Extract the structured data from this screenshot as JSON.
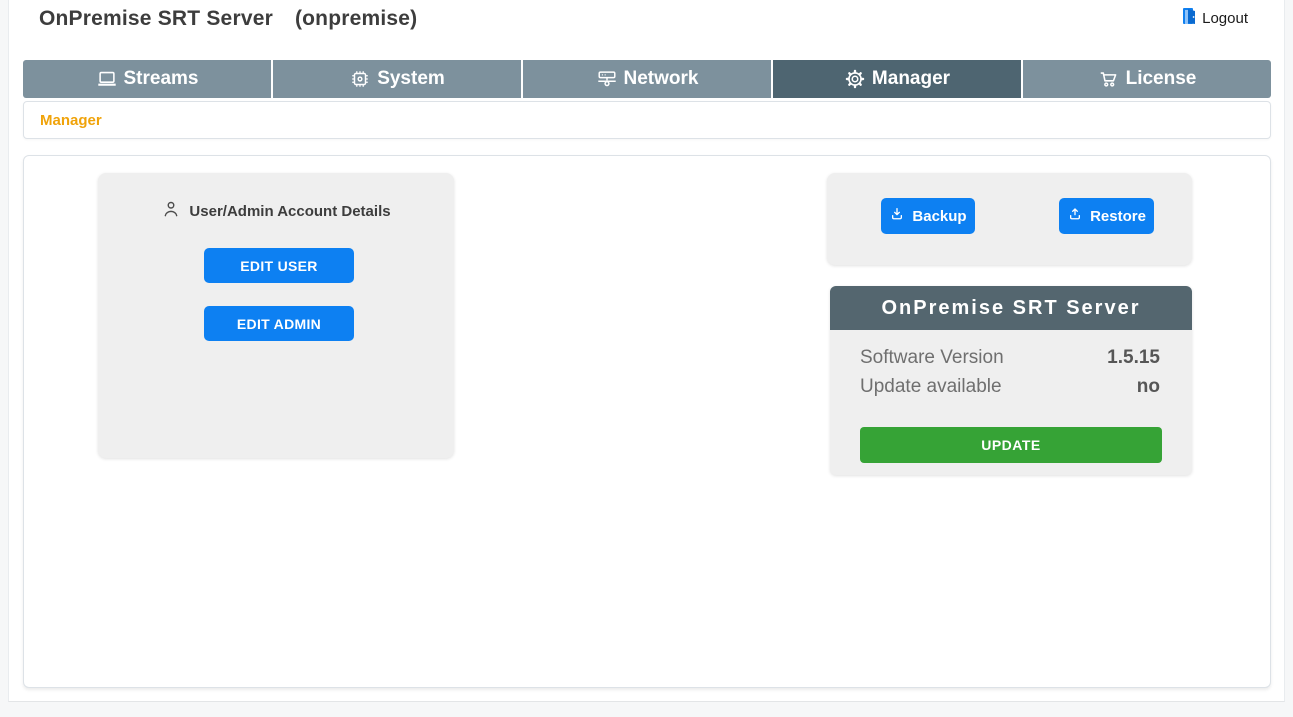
{
  "app": {
    "title": "OnPremise SRT Server",
    "instance": "(onpremise)",
    "logout_label": "Logout"
  },
  "nav": {
    "tabs": [
      {
        "label": "Streams",
        "icon": "laptop-icon",
        "active": false
      },
      {
        "label": "System",
        "icon": "cpu-icon",
        "active": false
      },
      {
        "label": "Network",
        "icon": "network-icon",
        "active": false
      },
      {
        "label": "Manager",
        "icon": "gear-icon",
        "active": true
      },
      {
        "label": "License",
        "icon": "cart-icon",
        "active": false
      }
    ]
  },
  "breadcrumb": {
    "label": "Manager"
  },
  "account_card": {
    "title": "User/Admin Account Details",
    "buttons": [
      {
        "label": "EDIT USER"
      },
      {
        "label": "EDIT ADMIN"
      }
    ]
  },
  "backup_card": {
    "backup_label": "Backup",
    "restore_label": "Restore"
  },
  "server_card": {
    "title": "OnPremise SRT Server",
    "rows": [
      {
        "label": "Software Version",
        "value": "1.5.15"
      },
      {
        "label": "Update available",
        "value": "no"
      }
    ],
    "update_label": "UPDATE"
  },
  "colors": {
    "accent_blue": "#0d80f2",
    "update_green": "#36a336",
    "slate_header": "#54666f",
    "tab_inactive": "#7d919d",
    "tab_active": "#4e6571",
    "breadcrumb_orange": "#f0a30a"
  }
}
